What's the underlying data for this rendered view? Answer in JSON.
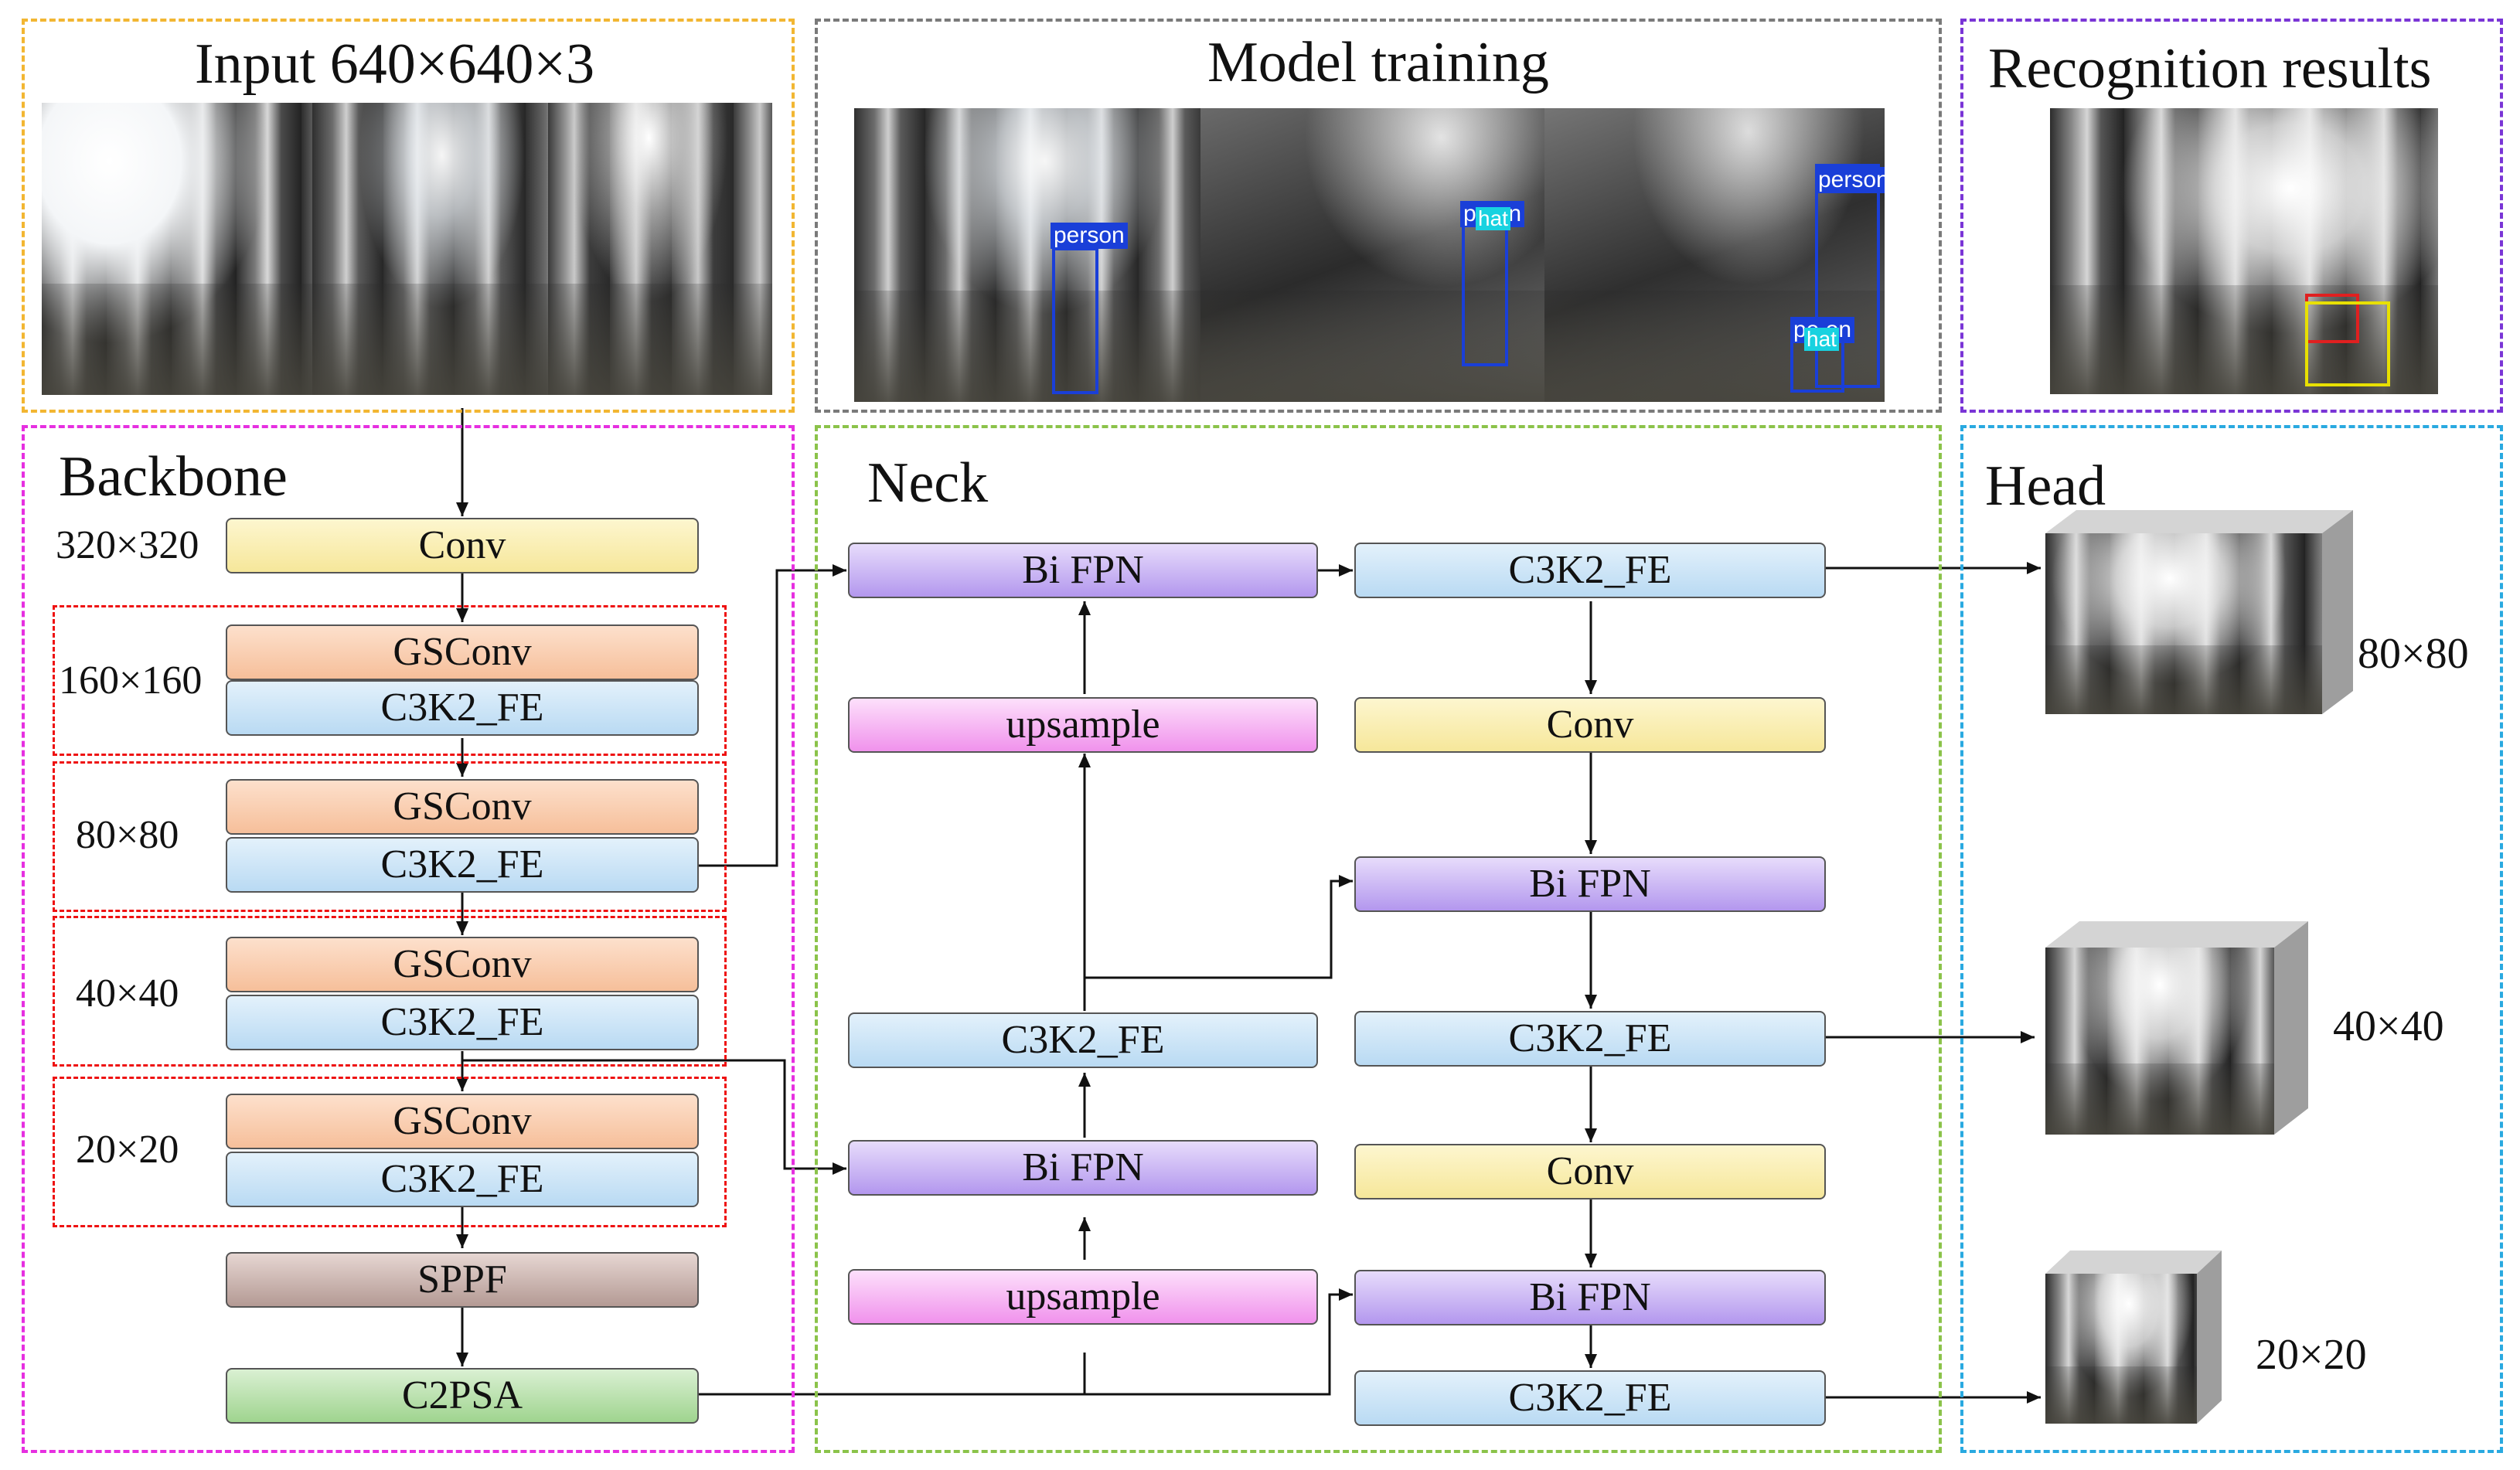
{
  "panels": {
    "input": "Input 640×640×3",
    "training": "Model training",
    "recognition": "Recognition results",
    "backbone": "Backbone",
    "neck": "Neck",
    "head": "Head"
  },
  "backbone": {
    "conv": "Conv",
    "gsconv": "GSConv",
    "c3k2": "C3K2_FE",
    "sppf": "SPPF",
    "c2psa": "C2PSA",
    "scales": [
      "320×320",
      "160×160",
      "80×80",
      "40×40",
      "20×20"
    ]
  },
  "neck": {
    "bifpn": "Bi FPN",
    "upsample": "upsample",
    "c3k2": "C3K2_FE",
    "conv": "Conv"
  },
  "head": {
    "scales": [
      "80×80",
      "40×40",
      "20×20"
    ]
  },
  "detections": {
    "person": "person",
    "hat": "hat",
    "person_overlap": "pe  on"
  },
  "colors": {
    "input_border": "#f2b632",
    "training_border": "#7a7a7a",
    "recognition_border": "#7a35d6",
    "backbone_border": "#e62fe0",
    "neck_border": "#8bc34a",
    "head_border": "#29a9e0",
    "group_border": "#e11111"
  }
}
